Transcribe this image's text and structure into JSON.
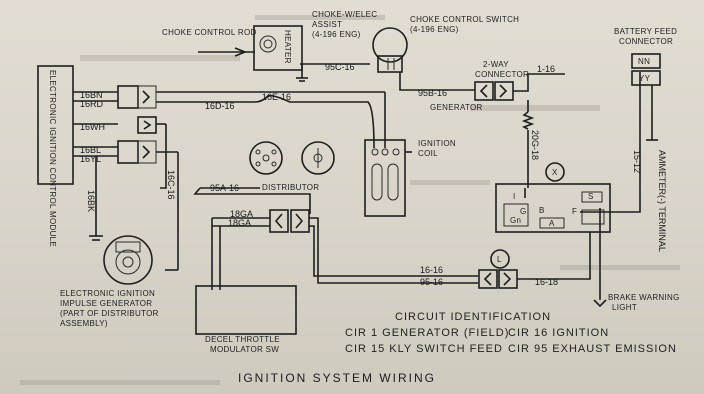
{
  "title": "IGNITION SYSTEM WIRING",
  "components": {
    "ecm": "ELECTRONIC IGNITION CONTROL MODULE",
    "choke_rod": "CHOKE CONTROL ROD",
    "heater": "HEATER",
    "choke_assist": [
      "CHOKE-W/ELEC",
      "ASSIST",
      "(4-196 ENG)"
    ],
    "choke_switch": [
      "CHOKE CONTROL SWITCH",
      "(4-196 ENG)"
    ],
    "battery_feed": [
      "BATTERY FEED",
      "CONNECTOR"
    ],
    "two_way": [
      "2-WAY",
      "CONNECTOR"
    ],
    "generator": "GENERATOR",
    "ignition_coil": [
      "IGNITION",
      "COIL"
    ],
    "distributor": "DISTRIBUTOR",
    "impulse_gen": [
      "ELECTRONIC IGNITION",
      "IMPULSE GENERATOR",
      "(PART OF DISTRIBUTOR",
      "ASSEMBLY)"
    ],
    "decel": [
      "DECEL THROTTLE",
      "MODULATOR SW"
    ],
    "ammeter": "AMMETER(-) TERMINAL",
    "brake_light": [
      "BRAKE WARNING",
      "LIGHT"
    ],
    "x_marker": "X",
    "l_marker": "L",
    "yy": "YY",
    "nn": "NN",
    "reg_terms": [
      "I",
      "G",
      "B",
      "S",
      "F",
      "A",
      "Gn"
    ]
  },
  "wires": {
    "w6BN": "16BN",
    "w6RD": "16RD",
    "wWH": "16WH",
    "wBL": "16BL",
    "wYL": "16YL",
    "wBK": "16BK",
    "w16D": "16D-16",
    "w16E": "16E-16",
    "w16C": "16C-16",
    "w95A": "95A-16",
    "w18GA1": "18GA",
    "w18GA2": "18GA",
    "w95C": "95C-16",
    "w95B": "95B-16",
    "w1": "1-16",
    "w20": "20G-18",
    "w15": "15-12",
    "w16a": "16-16",
    "w95": "95-16",
    "w16b": "16-18"
  },
  "circuit_id": {
    "heading": "CIRCUIT IDENTIFICATION",
    "items": [
      "CIR 1 GENERATOR (FIELD)",
      "CIR 16 IGNITION",
      "CIR 15 KLY SWITCH FEED",
      "CIR 95 EXHAUST EMISSION"
    ]
  }
}
